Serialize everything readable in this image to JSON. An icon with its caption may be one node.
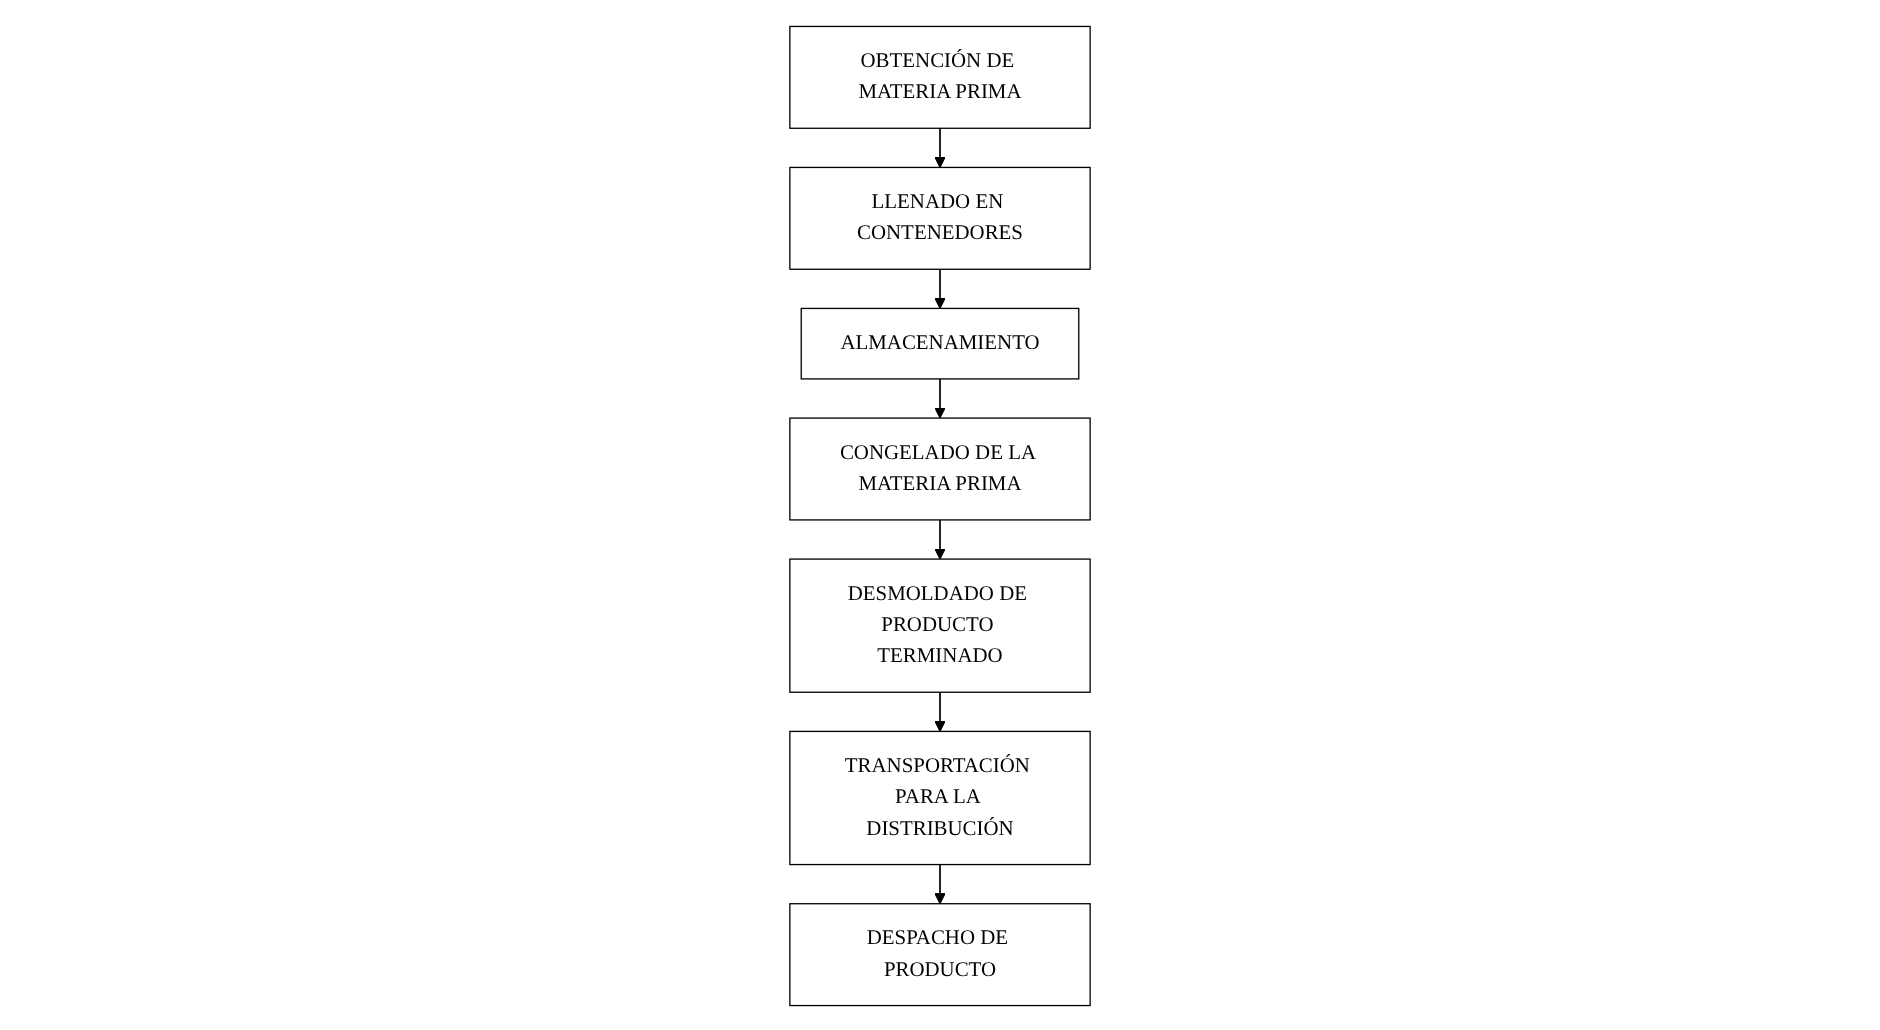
{
  "diagram": {
    "nodes": [
      {
        "text": [
          "OBTENCIÓN DE MATERIA PRIMA"
        ]
      },
      {
        "text": [
          "LLENADO EN CONTENEDORES"
        ]
      },
      {
        "text": [
          "ALMACENAMIENTO"
        ]
      },
      {
        "text": [
          "CONGELADO DE LA MATERIA PRIMA"
        ]
      },
      {
        "text": [
          "DESMOLDADO DE PRODUCTO TERMINADO"
        ]
      },
      {
        "text": [
          "TRANSPORTACIÓN PARA LA DISTRIBUCIÓN"
        ]
      },
      {
        "text": [
          "DESPACHO DE PRODUCTO"
        ]
      }
    ],
    "edges": [
      {
        "from": 0,
        "to": 1,
        "arrow": "to"
      },
      {
        "from": 1,
        "to": 2,
        "arrow": "to"
      },
      {
        "from": 2,
        "to": 3,
        "arrow": "to"
      },
      {
        "from": 3,
        "to": 4,
        "arrow": "to"
      },
      {
        "from": 4,
        "to": 5,
        "arrow": "to"
      },
      {
        "from": 5,
        "to": 6,
        "arrow": "to"
      }
    ]
  }
}
